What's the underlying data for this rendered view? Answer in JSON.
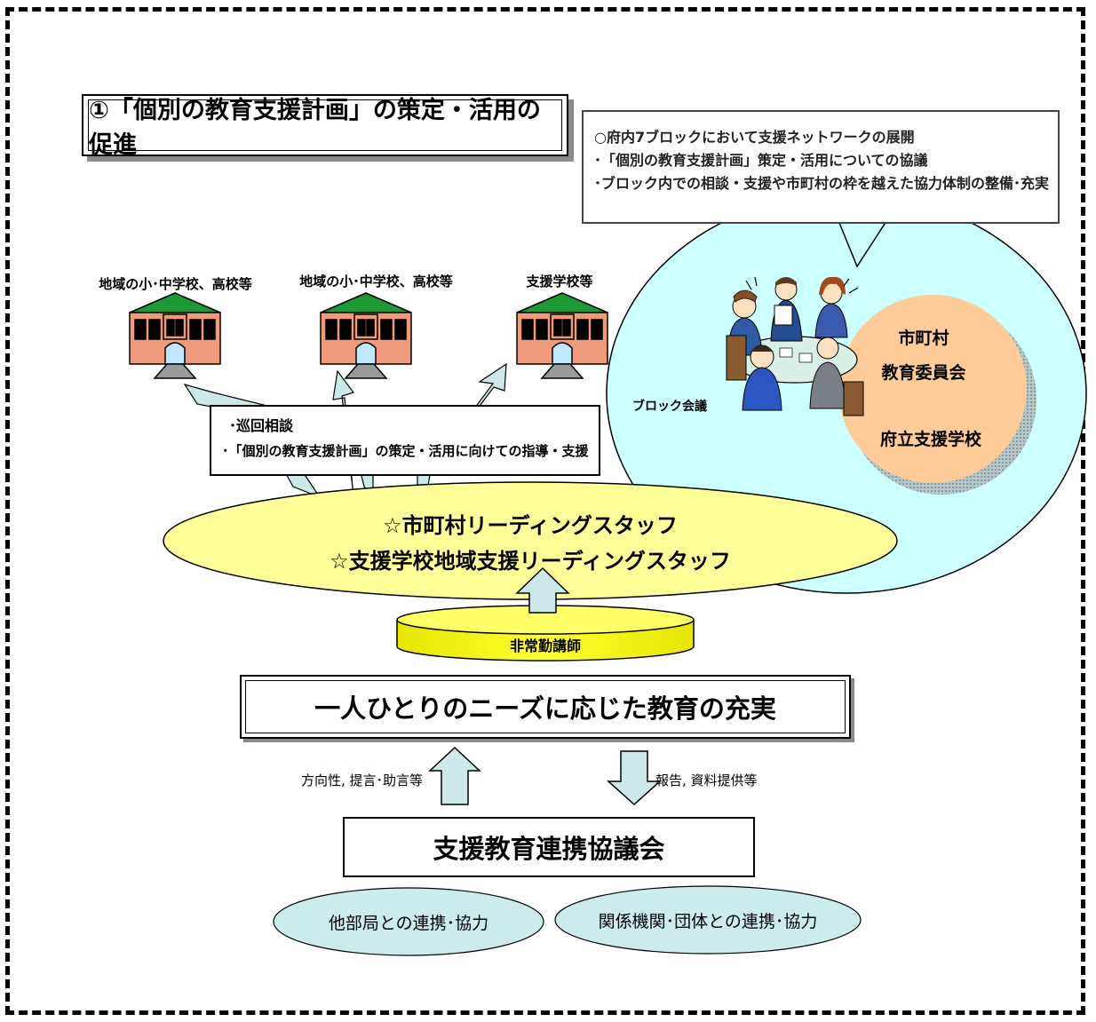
{
  "title": "①「個別の教育支援計画」の策定・活用の促進",
  "callout": {
    "lines": [
      "○府内7ブロックにおいて支援ネットワークの展開",
      "･「個別の教育支援計画」策定・活用についての協議",
      "･ブロック内での相談・支援や市町村の枠を越えた協力体制の整備･充実"
    ]
  },
  "schools": [
    {
      "label": "地域の小･中学校、高校等"
    },
    {
      "label": "地域の小･中学校、高校等"
    },
    {
      "label": "支援学校等"
    }
  ],
  "block_meeting": {
    "label": "ブロック会議",
    "members": [
      "市町村",
      "教育委員会",
      "府立支援学校"
    ]
  },
  "support_box": {
    "lines": [
      "･巡回相談",
      "･「個別の教育支援計画」の策定・活用に向けての指導・支援"
    ]
  },
  "leading_staff": {
    "lines": [
      "☆市町村リーディングスタッフ",
      "☆支援学校地域支援リーディングスタッフ"
    ]
  },
  "part_time": "非常勤講師",
  "main_goal": "一人ひとりのニーズに応じた教育の充実",
  "arrow_up_label": "方向性, 提言･助言等",
  "arrow_down_label": "報告, 資料提供等",
  "council": "支援教育連携協議会",
  "cooperation": [
    {
      "label": "他部局との連携･協力"
    },
    {
      "label": "関係機関･団体との連携･協力"
    }
  ],
  "colors": {
    "cyan_bubble": "#ccffff",
    "orange_circle": "#ffcc99",
    "yellow_ellipse": "#ffff99",
    "cylinder": "#ffff00",
    "arrow_fill": "#cce8e8",
    "small_ellipse": "#ccecec"
  }
}
